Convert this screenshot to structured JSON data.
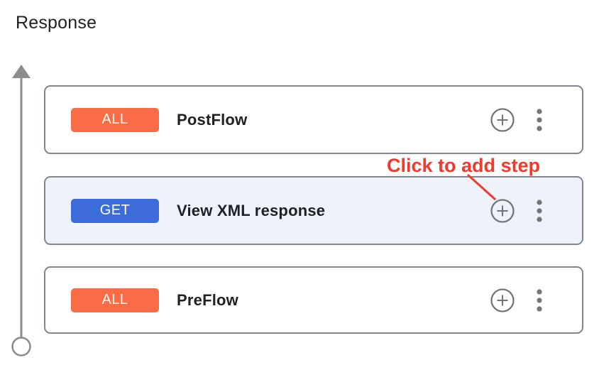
{
  "header": {
    "title": "Response"
  },
  "flow": {
    "cards": [
      {
        "method": "ALL",
        "title": "PostFlow"
      },
      {
        "method": "GET",
        "title": "View XML response"
      },
      {
        "method": "ALL",
        "title": "PreFlow"
      }
    ]
  },
  "annotation": {
    "label": "Click to add step"
  },
  "icons": {
    "add_step": "plus-circle-icon",
    "more_options": "kebab-menu-icon",
    "flow_direction": "up-arrow-icon",
    "flow_terminal": "circle-end-icon"
  },
  "colors": {
    "method_all_badge": "#F96C45",
    "method_get_badge": "#3B6CD9",
    "card_border": "#80868B",
    "card_bg": "#FFFFFF",
    "selected_card_bg": "#EEF2FB",
    "icon_gray": "#757575",
    "flow_line_gray": "#8C8C8C",
    "annotation_red": "#F13A2C",
    "title_text": "#202124"
  }
}
